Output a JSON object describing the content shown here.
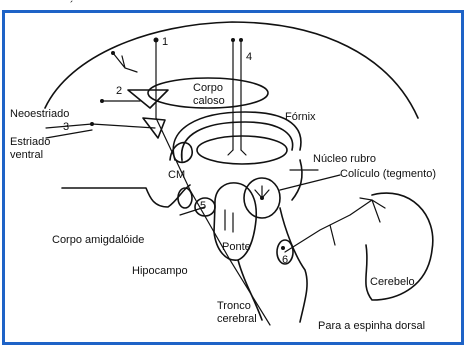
{
  "labels": {
    "neoestriado": "Neoestriado",
    "estriado_ventral_1": "Estriado",
    "estriado_ventral_2": "ventral",
    "cm": "CM",
    "corpo_caloso_1": "Corpo",
    "corpo_caloso_2": "caloso",
    "fornix": "Fórnix",
    "nucleo_rubro": "Núcleo rubro",
    "coliculo": "Colículo (tegmento)",
    "corpo_amigdaloide": "Corpo amigdalóide",
    "hipocampo": "Hipocampo",
    "ponte": "Ponte",
    "cerebelo": "Cerebelo",
    "tronco_1": "Tronco",
    "tronco_2": "cerebral",
    "espinha": "Para a espinha dorsal"
  },
  "numbers": {
    "n1": "1",
    "n2": "2",
    "n3": "3",
    "n4": "4",
    "n5": "5",
    "n6": "6"
  },
  "stray_mark": "´"
}
